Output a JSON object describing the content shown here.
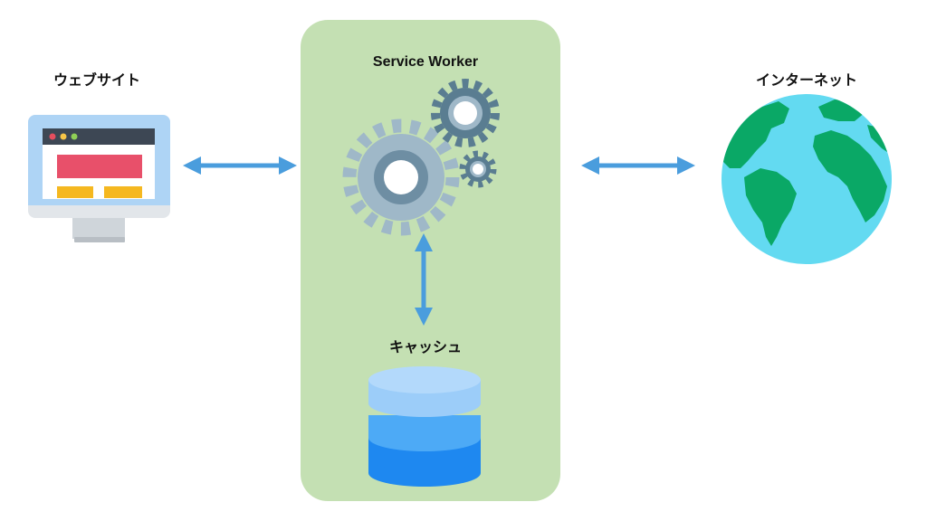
{
  "diagram": {
    "nodes": {
      "website": {
        "label": "ウェブサイト",
        "icon": "website-monitor-icon"
      },
      "service_worker": {
        "label": "Service Worker",
        "icon": "gears-icon"
      },
      "cache": {
        "label": "キャッシュ",
        "icon": "database-icon"
      },
      "internet": {
        "label": "インターネット",
        "icon": "globe-icon"
      }
    },
    "edges": [
      {
        "from": "website",
        "to": "service_worker",
        "direction": "both"
      },
      {
        "from": "service_worker",
        "to": "internet",
        "direction": "both"
      },
      {
        "from": "service_worker",
        "to": "cache",
        "direction": "both"
      }
    ]
  },
  "colors": {
    "panel_bg": "#c4e0b3",
    "arrow": "#4a9ddd",
    "gear_light": "#9fb8c8",
    "gear_dark": "#5a7d91",
    "db_top": "#b3d9fb",
    "db_mid": "#4daaf6",
    "db_bottom": "#1e88f0",
    "globe_ocean": "#63daf1",
    "globe_land": "#0aa866"
  }
}
